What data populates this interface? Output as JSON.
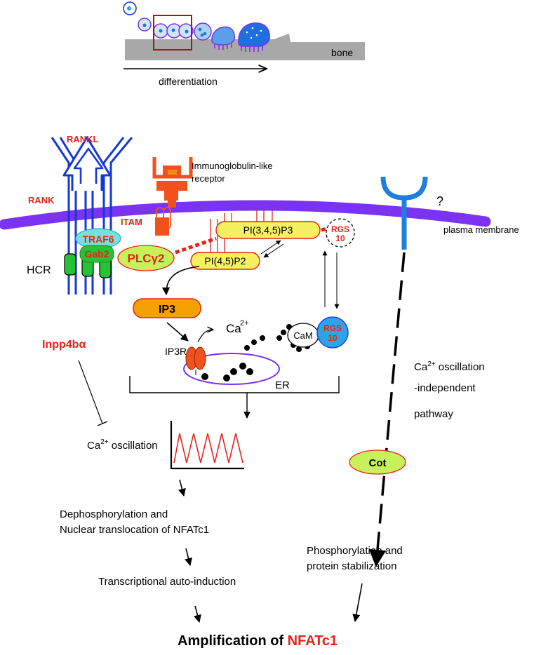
{
  "colors": {
    "red": "#e8221b",
    "membrane": "#7a33f0",
    "receptor_blue": "#1438d6",
    "cyan_receptor": "#1f7fe0",
    "orange": "#f2511b",
    "ip3_fill": "#f5a200",
    "yellow_fill": "#f4f060",
    "green": "#25c235",
    "teal_fill": "#78e0d6",
    "lime_fill": "#c8f05a",
    "rgs_blue": "#2aa5e8",
    "bone_gray": "#a8a8a8",
    "er_purple": "#7a33f0"
  },
  "top_panel": {
    "bone": "bone",
    "differentiation": "differentiation"
  },
  "receptors": {
    "rankl": "RANKL",
    "rank": "RANK",
    "traf6": "TRAF6",
    "gab2": "Gab2",
    "hcr": "HCR",
    "itam": "ITAM",
    "ig_receptor_line1": "Immunoglobulin-like",
    "ig_receptor_line2": "receptor",
    "plcg2": "PLCγ2",
    "question": "?",
    "plasma_membrane": "plasma membrane"
  },
  "lipids": {
    "pip3": "PI(3,4,5)P3",
    "pip2": "PI(4,5)P2",
    "rgs10_top_line1": "RGS",
    "rgs10_top_line2": "10"
  },
  "calcium": {
    "ip3": "IP3",
    "ip3r": "IP3R",
    "ca": "Ca",
    "ca_sup": "2+",
    "cam": "CaM",
    "rgs10_line1": "RGS",
    "rgs10_line2": "10",
    "er": "ER"
  },
  "left_pathway": {
    "inpp4ba": "Inpp4bα",
    "ca_osc_prefix": "Ca",
    "ca_osc_sup": "2+",
    "ca_osc_suffix": " oscillation",
    "dephos_line1": "Dephosphorylation and",
    "dephos_line2": "Nuclear translocation of NFATc1",
    "transcriptional": "Transcriptional auto-induction"
  },
  "right_pathway": {
    "ind_line1_prefix": "Ca",
    "ind_line1_sup": "2+",
    "ind_line1_suffix": " oscillation",
    "ind_line2": "-independent",
    "ind_line3": "pathway",
    "cot": "Cot",
    "phos_line1": "Phosphorylation and",
    "phos_line2": "protein stabilization"
  },
  "bottom": {
    "amplification": "Amplification of ",
    "nfatc1": "NFATc1"
  }
}
